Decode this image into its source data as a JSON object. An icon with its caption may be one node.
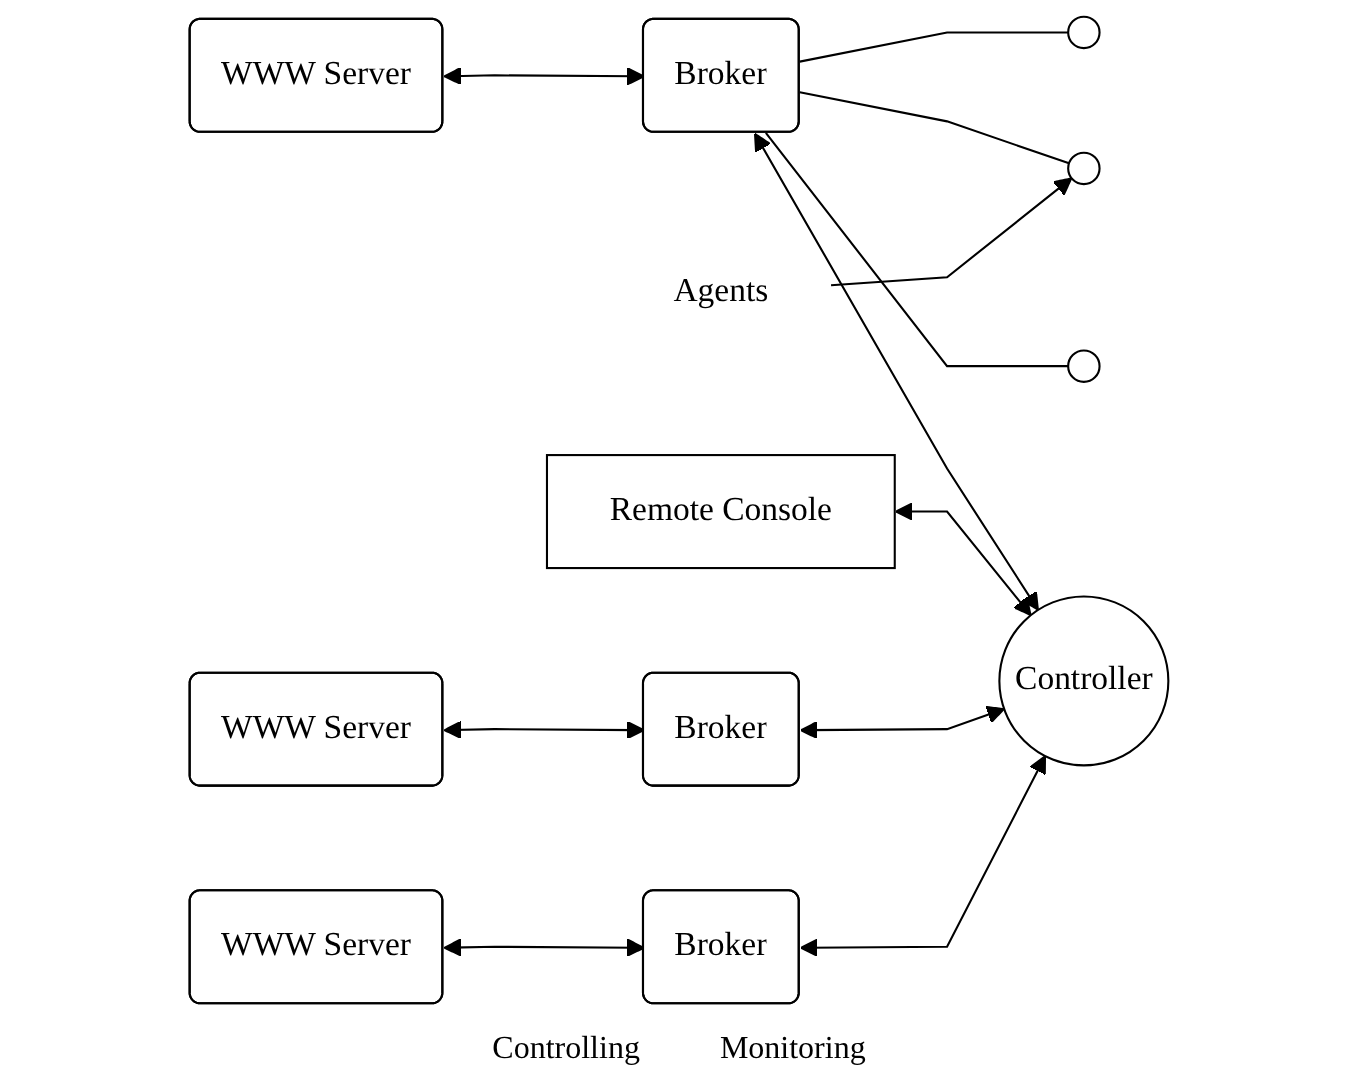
{
  "diagram": {
    "nodes": [
      {
        "text": [
          "WWW Server"
        ]
      },
      {
        "text": [
          "Broker"
        ]
      },
      {
        "text": [],
        "shape": "circle"
      },
      {
        "text": [],
        "shape": "circle"
      },
      {
        "text": [],
        "shape": "circle"
      },
      {
        "text": [
          "Agents"
        ]
      },
      {
        "text": [
          "Remote Console"
        ]
      },
      {
        "text": [
          "WWW Server"
        ]
      },
      {
        "text": [
          "Broker"
        ]
      },
      {
        "text": [
          "Controller"
        ]
      },
      {
        "text": [
          "WWW Server"
        ]
      },
      {
        "text": [
          "Broker"
        ]
      }
    ],
    "edges": [
      {
        "from": 0,
        "to": 1,
        "arrow": "both"
      },
      {
        "from": 1,
        "to": 2,
        "arrow": "none"
      },
      {
        "from": 1,
        "to": 3,
        "arrow": "none"
      },
      {
        "from": 1,
        "to": 4,
        "arrow": "none"
      },
      {
        "from": 5,
        "to": 3,
        "arrow": "to"
      },
      {
        "from": 1,
        "to": 9,
        "arrow": "both"
      },
      {
        "from": 6,
        "to": 9,
        "arrow": "both"
      },
      {
        "from": 7,
        "to": 8,
        "arrow": "both"
      },
      {
        "from": 8,
        "to": 9,
        "arrow": "both"
      },
      {
        "from": 10,
        "to": 11,
        "arrow": "both"
      },
      {
        "from": 11,
        "to": 9,
        "arrow": "both"
      }
    ],
    "labels": [
      "Controlling",
      "Monitoring"
    ]
  }
}
